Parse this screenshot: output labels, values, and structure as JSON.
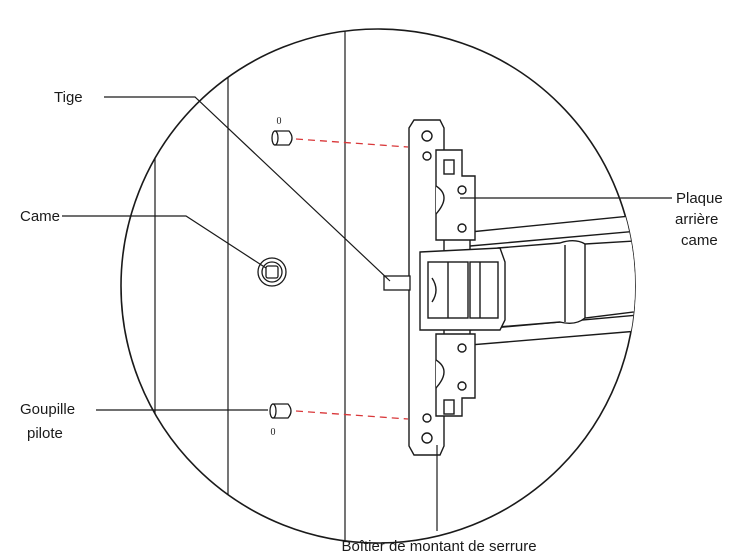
{
  "labels": {
    "tige": "Tige",
    "came": "Came",
    "goupille_line1": "Goupille",
    "goupille_line2": "pilote",
    "plaque_line1": "Plaque",
    "plaque_line2": "arrière",
    "plaque_line3": "came",
    "boitier": "Boîtier de montant de serrure"
  },
  "pin_marks": {
    "top": "0",
    "bottom": "0"
  },
  "colors": {
    "outline": "#1a1a1a",
    "alignment_dash": "#d9383a"
  }
}
